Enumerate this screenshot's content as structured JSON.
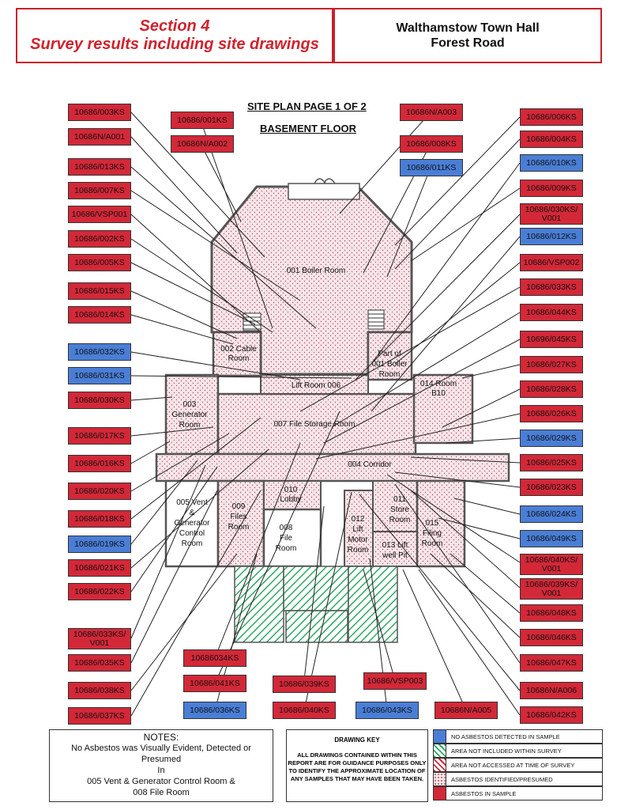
{
  "header": {
    "left_line1": "Section 4",
    "left_line2": "Survey results including site drawings",
    "right_line1": "Walthamstow Town Hall",
    "right_line2": "Forest Road"
  },
  "plan": {
    "title1": "SITE PLAN PAGE 1 OF 2",
    "title2": "BASEMENT FLOOR",
    "rooms": {
      "r001": "001 Boiler Room",
      "r002a": "002 Cable",
      "r002b": "Room",
      "r001p_a": "Part of",
      "r001p_b": "001 Boiler",
      "r001p_c": "Room",
      "r006": "Lift Room 006",
      "r014a": "014 Room",
      "r014b": "B10",
      "r003a": "003",
      "r003b": "Generator",
      "r003c": "Room",
      "r007": "007 File Storage Room",
      "r004": "004 Corridor",
      "r005a": "005 Vent",
      "r005b": "&",
      "r005c": "Generator",
      "r005d": "Control",
      "r005e": "Room",
      "r009a": "009",
      "r009b": "Files",
      "r009c": "Room",
      "r010a": "010",
      "r010b": "Lobby",
      "r008a": "008",
      "r008b": "File",
      "r008c": "Room",
      "r012a": "012",
      "r012b": "Lift",
      "r012c": "Motor",
      "r012d": "Room",
      "r011a": "011",
      "r011b": "Store",
      "r011c": "Room",
      "r013a": "013 Lift",
      "r013b": "well Pit",
      "r015a": "015",
      "r015b": "Filing",
      "r015c": "Room"
    }
  },
  "labels_left": [
    {
      "text": "10686/003KS",
      "color": "red"
    },
    {
      "text": "10686N/A001",
      "color": "red"
    },
    {
      "text": "10686/013KS",
      "color": "red"
    },
    {
      "text": "10686/007KS",
      "color": "red"
    },
    {
      "text": "10686/VSP001",
      "color": "red"
    },
    {
      "text": "10686/002KS",
      "color": "red"
    },
    {
      "text": "10686/005KS",
      "color": "red"
    },
    {
      "text": "10686/015KS",
      "color": "red"
    },
    {
      "text": "10686/014KS",
      "color": "red"
    },
    {
      "text": "10686/032KS",
      "color": "blue"
    },
    {
      "text": "10686/031KS",
      "color": "blue"
    },
    {
      "text": "10686/030KS",
      "color": "red"
    },
    {
      "text": "10686/017KS",
      "color": "red"
    },
    {
      "text": "10686/016KS",
      "color": "red"
    },
    {
      "text": "10686/020KS",
      "color": "red"
    },
    {
      "text": "10686/018KS",
      "color": "red"
    },
    {
      "text": "10686/019KS",
      "color": "blue"
    },
    {
      "text": "10686/021KS",
      "color": "red"
    },
    {
      "text": "10686/022KS",
      "color": "red"
    },
    {
      "text": "10686/033KS/\nV001",
      "color": "red"
    },
    {
      "text": "10686/035KS",
      "color": "red"
    },
    {
      "text": "10686/038KS",
      "color": "red"
    },
    {
      "text": "10686/037KS",
      "color": "red"
    }
  ],
  "labels_right": [
    {
      "text": "10686/006KS",
      "color": "red"
    },
    {
      "text": "10686/004KS",
      "color": "red"
    },
    {
      "text": "10686/010KS",
      "color": "blue"
    },
    {
      "text": "10686/009KS",
      "color": "red"
    },
    {
      "text": "10686/030KS/\nV001",
      "color": "red"
    },
    {
      "text": "10686/012KS",
      "color": "blue"
    },
    {
      "text": "10686/VSP002",
      "color": "red"
    },
    {
      "text": "10686/033KS",
      "color": "red"
    },
    {
      "text": "10686/044KS",
      "color": "red"
    },
    {
      "text": "10696/045KS",
      "color": "red"
    },
    {
      "text": "10686/027KS",
      "color": "red"
    },
    {
      "text": "10686/028KS",
      "color": "red"
    },
    {
      "text": "10686/026KS",
      "color": "red"
    },
    {
      "text": "10686/029KS",
      "color": "blue"
    },
    {
      "text": "10686/025KS",
      "color": "red"
    },
    {
      "text": "10686/023KS",
      "color": "red"
    },
    {
      "text": "10686/024KS",
      "color": "blue"
    },
    {
      "text": "10686/049KS",
      "color": "blue"
    },
    {
      "text": "10686/040KS/\nV001",
      "color": "red"
    },
    {
      "text": "10686/039KS/\nV001",
      "color": "red"
    },
    {
      "text": "10686/048KS",
      "color": "red"
    },
    {
      "text": "10686/046KS",
      "color": "red"
    },
    {
      "text": "10686/047KS",
      "color": "red"
    },
    {
      "text": "10686N/A006",
      "color": "red"
    },
    {
      "text": "10686/042KS",
      "color": "red"
    }
  ],
  "labels_top": [
    {
      "text": "10686/001KS",
      "color": "red"
    },
    {
      "text": "10686N/A002",
      "color": "red"
    },
    {
      "text": "10686N/A003",
      "color": "red"
    },
    {
      "text": "10686/008KS",
      "color": "red"
    },
    {
      "text": "10686/011KS",
      "color": "blue"
    }
  ],
  "labels_bottom": [
    {
      "text": "10686034KS",
      "color": "red"
    },
    {
      "text": "10686/041KS",
      "color": "red"
    },
    {
      "text": "10686/036KS",
      "color": "blue"
    },
    {
      "text": "10686/039KS",
      "color": "red"
    },
    {
      "text": "10686/040KS",
      "color": "red"
    },
    {
      "text": "10686/VSP003",
      "color": "red"
    },
    {
      "text": "10686/043KS",
      "color": "blue"
    },
    {
      "text": "10686N/A005",
      "color": "red"
    }
  ],
  "notes": {
    "title": "NOTES:",
    "line1": "No Asbestos was Visually Evident, Detected or",
    "line2": "Presumed",
    "line3": "In",
    "line4": "005 Vent & Generator Control Room &",
    "line5": "008 File Room"
  },
  "drawing_key": {
    "title": "DRAWING KEY",
    "body": "ALL DRAWINGS CONTAINED WITHIN THIS REPORT ARE FOR GUIDANCE PURPOSES ONLY TO IDENTIFY THE APPROXIMATE LOCATION OF ANY SAMPLES THAT MAY HAVE BEEN TAKEN.",
    "items": [
      {
        "label": "NO ASBESTOS DETECTED IN SAMPLE",
        "swatch": "blue"
      },
      {
        "label": "AREA NOT INCLUDED WITHIN SURVEY",
        "swatch": "green-hatch"
      },
      {
        "label": "AREA NOT ACCESSED AT TIME OF SURVEY",
        "swatch": "red-hatch"
      },
      {
        "label": "ASBESTOS IDENTIFIED/PRESUMED",
        "swatch": "dots"
      },
      {
        "label": "ASBESTOS IN SAMPLE",
        "swatch": "red"
      }
    ]
  },
  "colors": {
    "accent_red": "#d32838",
    "blue": "#4a7ed6",
    "hatch_green": "#2fa866",
    "dot_fill": "#f6e6ea"
  }
}
